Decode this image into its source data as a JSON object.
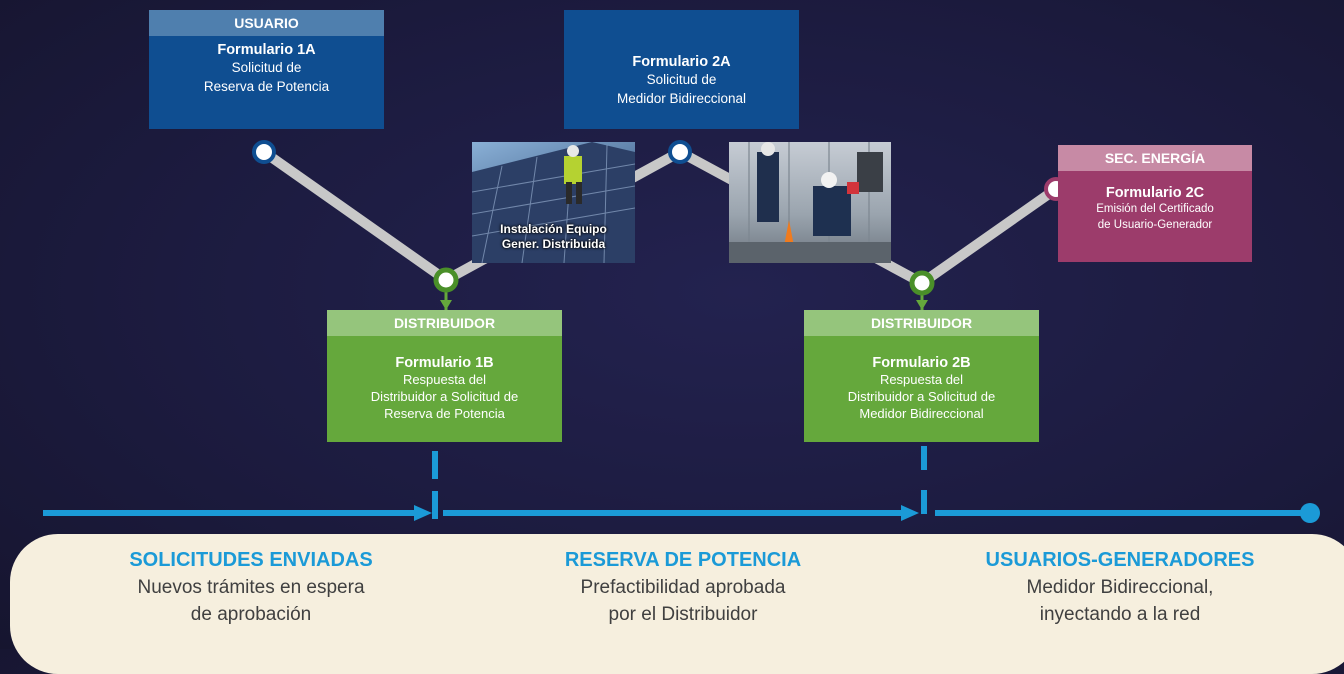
{
  "cards": {
    "f1a": {
      "header": "USUARIO",
      "title": "Formulario 1A",
      "desc": [
        "Solicitud de",
        "Reserva de Potencia"
      ]
    },
    "f2a": {
      "title": "Formulario 2A",
      "desc": [
        "Solicitud de",
        "Medidor Bidireccional"
      ]
    },
    "f1b": {
      "header": "DISTRIBUIDOR",
      "title": "Formulario 1B",
      "desc": [
        "Respuesta del",
        "Distribuidor a Solicitud de",
        "Reserva de Potencia"
      ]
    },
    "f2b": {
      "header": "DISTRIBUIDOR",
      "title": "Formulario 2B",
      "desc": [
        "Respuesta del",
        "Distribuidor a Solicitud de",
        "Medidor Bidireccional"
      ]
    },
    "f2c": {
      "header": "SEC. ENERGÍA",
      "title": "Formulario 2C",
      "desc": [
        "Emisión del Certificado",
        "de Usuario-Generador"
      ]
    }
  },
  "photos": {
    "solar": {
      "caption": [
        "Instalación  Equipo",
        "Gener. Distribuida"
      ]
    },
    "meter": {}
  },
  "stages": [
    {
      "title": "SOLICITUDES ENVIADAS",
      "desc": [
        "Nuevos trámites en espera",
        "de aprobación"
      ]
    },
    {
      "title": "RESERVA DE POTENCIA",
      "desc": [
        "Prefactibilidad aprobada",
        "por el Distribuidor"
      ]
    },
    {
      "title": "USUARIOS-GENERADORES",
      "desc": [
        "Medidor Bidireccional,",
        "inyectando a la red"
      ]
    }
  ],
  "colors": {
    "user_blue": "#0f4e91",
    "distributor_green": "#65a83c",
    "energy_pink": "#9c3c6b",
    "timeline_blue": "#1b9ad7",
    "connector_gray": "#c8c8c8"
  }
}
